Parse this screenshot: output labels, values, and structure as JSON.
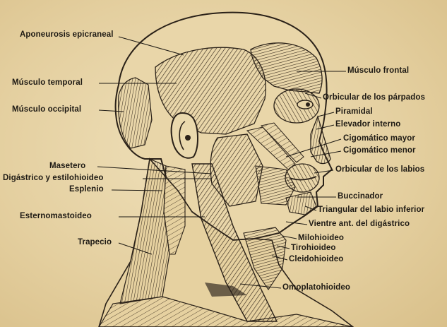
{
  "labels": {
    "aponeurosis": "Aponeurosis epicraneal",
    "temporal": "Músculo temporal",
    "occipital": "Músculo occipital",
    "masetero": "Masetero",
    "digastrico": "Digástrico y estilohioideo",
    "esplenio": "Esplenio",
    "esternomastoideo": "Esternomastoideo",
    "trapecio": "Trapecio",
    "frontal": "Músculo frontal",
    "orbicular_parpados": "Orbicular de los párpados",
    "piramidal": "Piramidal",
    "elevador": "Elevador interno",
    "cigomatico_mayor": "Cigomático mayor",
    "cigomatico_menor": "Cigomático menor",
    "orbicular_labios": "Orbicular de los labios",
    "buccinador": "Buccinador",
    "triangular": "Triangular del labio inferior",
    "vientre": "Vientre ant. del digástrico",
    "milohioideo": "Milohioideo",
    "tirohioideo": "Tirohioideo",
    "cleidohioideo": "Cleidohioideo",
    "omoplatohioideo": "Omoplatohioideo"
  }
}
